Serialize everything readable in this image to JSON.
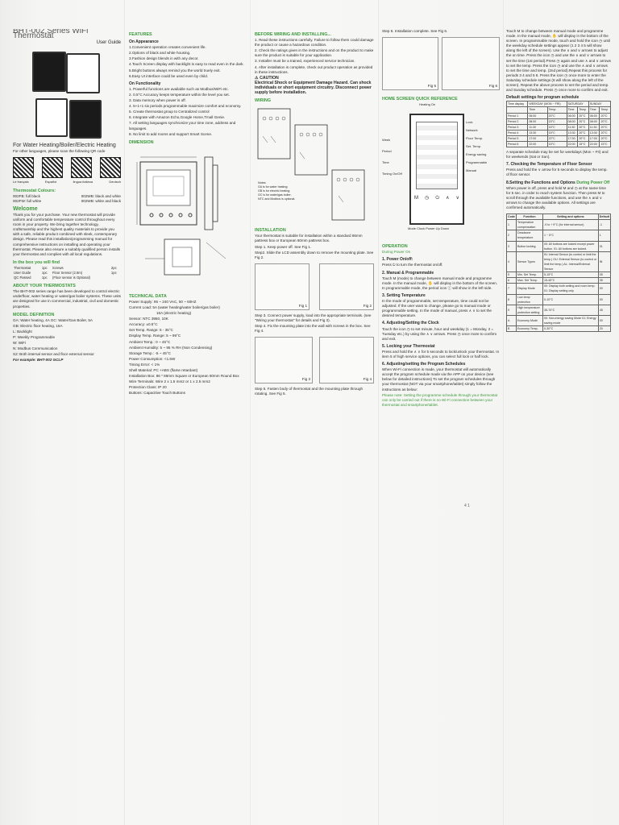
{
  "c1": {
    "title": "BHT-002 Series WiFi Thermostat",
    "subtitle": "User Guide",
    "tagline": "For Water Heating/Boiler/Electric Heating",
    "qr_note": "For other languages, please scan the following QR code",
    "langs": [
      "Le français",
      "Español",
      "lingua italiana",
      "Deutsch"
    ],
    "colors_h": "Thermostat Colours:",
    "colors": [
      "002FB: full black",
      "002FW: full white",
      "002WB: black and white",
      "002WB: white and black"
    ],
    "welcome_h": "Welcome",
    "welcome": "Thank you for your purchase. Your new thermostat will provide uniform and comfortable temperature control throughout every room in your property. We bring together technology, craftsmanship and the highest quality materials to provide you with a safe, reliable product combined with sleek, contemporary design. Please read this installation/programming manual for comprehensive instructions on installing and operating your thermostat. Please also ensure a suitably qualified person installs your thermostat and complies with all local regulations.",
    "box_h": "In the box you will find",
    "box": [
      [
        "Thermostat",
        "1pc",
        "Screws",
        "2pc"
      ],
      [
        "User Guide",
        "1pc",
        "Floor Sensor (2.5m)",
        "1pc"
      ],
      [
        "QC Passed",
        "1pc",
        "(Floor sensor is Optional)",
        ""
      ]
    ],
    "about_h": "ABOUT YOUR THERMOSTATS",
    "about": "The BHT-002 series range has been developed to control electric underfloor, water heating or water/gas boiler systems. These units are designed for use in commercial, industrial, civil and domestic properties.",
    "model_h": "MODEL DEFINITION",
    "model": [
      "GA: Water heating, 4A    GC: Water/Gas Boiler, 5A",
      "GB: Electric floor heating, 16A",
      "L: Backlight",
      "P: Weekly Programmable",
      "W: WiFi",
      "N: Modbus Communication",
      "S2: Both internal sensor and floor external sensor"
    ],
    "example": "For example: BHT-002 GCLP"
  },
  "c2": {
    "features_h": "FEATURES",
    "appearance_h": "On Appearance",
    "appearance": [
      "1.Convenient operation creates convenient life.",
      "2.Options of black and white housing.",
      "3.Fashion design blends in with any decor.",
      "4.Touch Screen display with backlight is easy to read even in the dark.",
      "5.Bright buttons always remind you the world truely exit.",
      "6.Easy UI interface could be used even by child."
    ],
    "functionality_h": "On Functionality",
    "functionality": [
      "1. Powerful functions are available such as Modbus/WiFi etc.",
      "2. 0.5°C Accuracy keeps temperature within the level you set.",
      "3. Data memory when power is off.",
      "4. 5+1+1 six periods programmable maximize comfort and economy.",
      "5. Create thermostat group to Centralized control",
      "6. Integrate with Amazon Echo,Google Home,Tmall Genie.",
      "7. All setting languages synchronize your time zone, address and languages.",
      "8. No limit to add rooms and support Smart Scene."
    ],
    "dimension_h": "DIMENSION",
    "tech_h": "TECHNICAL DATA",
    "tech": [
      "Power Supply: 95 ~ 240 VAC, 50 ~ 60HZ",
      "Current Load:   5A  (water heating/water boiler/gas boiler)",
      "16A (electric heating)",
      "Sensor: NTC 3950,   10K",
      "Accuracy: ±0.5°C",
      "Set Temp. Range: 5 - 35°C",
      "Display Temp. Range: 5 ~ 99°C",
      "Ambient Temp.: 0 ~ 45°C",
      "Ambient Humidity:  5 ~ 95 % RH (Non Condensing)",
      "Storage Temp.: -5 ~ 45°C",
      "Power Consumption: <1.5W",
      "Timing Error: < 1%",
      "Shell Material: PC +ABS (flame retardant)",
      "Installation Box: 86 * 86mm Square or European 60mm Round Box",
      "Wire Terminals:  Wire 2 x 1.5 mm2 or 1 x 2.5 mm2",
      "Protection Class: IP 20",
      "Buttons: Capacitive Touch Buttons"
    ]
  },
  "c3": {
    "before_h": "BEFORE WIRING AND INSTALLING...",
    "before": [
      "1. Read these instructions carefully. Failure to follow them could damage the product or cause a hazardous condition.",
      "2. Check the ratings given in the instructions and on the product to make sure the product is suitable for your application.",
      "3. Installer must be a trained, experienced service technician.",
      "4. After installation is complete, check out product operation as provided in these instructions."
    ],
    "caution": "CAUTION",
    "warning": "Electrical Shock or Equipment Damage Hazard. Can shock individuals or short equipment circuitry. Disconnect power supply before installation.",
    "wiring_h": "WIRING",
    "notes": [
      "Notes:",
      "GA is for water heating;",
      "GB is for electric heating;",
      "GC is for water/gas boiler;",
      "NTC and Modbus is optional."
    ],
    "installation_h": "INSTALLATION",
    "installation": "Your thermostat is suitable for installation within a standard 86mm pattress box or European 60mm pattress box.",
    "steps": [
      "Step 1. Keep power off. See Fig 1.",
      "Step2. Slide the LCD assembly down to remove the mounting plate. See Fig 2.",
      "Step 3. Connect power supply, load into the appropriate terminals. (see \"Wiring your thermostat\" for details and Fig 3).",
      "Step 4. Fix the mounting plate into the wall with screws in the box. See Fig 4."
    ],
    "step5": "Step 5. Fasten body of thermostat and the mounting plate through rotating. See Fig 5.",
    "fig1": "Fig 1",
    "fig2": "Fig 2",
    "fig3": "Fig 3",
    "fig4": "Fig 4"
  },
  "c4": {
    "step6": "Step 6. Installation complete. See Fig 6.",
    "fig5": "Fig 5",
    "fig6": "Fig 6",
    "home_h": "HOME SCREEN QUICK REFERENCE",
    "heating_on": "Heating On",
    "labels_left": [
      "Week",
      "Period",
      "Time",
      "Timing On/Off"
    ],
    "labels_right": [
      "Lock",
      "Network",
      "Floor Temp.",
      "Set. Temp.",
      "Energy saving",
      "Programmable",
      "Manual"
    ],
    "buttons": "Mode  Clock  Power  Up  Down",
    "operation_h": "OPERATION",
    "power_on": "During Power On",
    "sections": [
      {
        "h": "1. Power On/off:",
        "t": "Press ⏻ to turn the thermostat on/off."
      },
      {
        "h": "2. Manual & Programmable",
        "t": "Touch M (mode) to change between manual mode and programme mode. In the manual mode, ✋ will display in the bottom of the screen. In programmable mode, the period icon ⓘ will show in the left side."
      },
      {
        "h": "3. Setting Temperature",
        "t": "In the mode of programmable, set temperature, time could not be adjusted. If the user want to change, please go to manual mode or programmable setting. In the mode of manual, press ∧ ∨ to set the desired temperature."
      },
      {
        "h": "4. Adjusting/Setting the Clock",
        "t": "Touch the icon ◷ to set minute, hour and weekday (1 = Monday, 2 = Tuesday etc.) by using the ∧ ∨ arrows. Press ◷ once more to confirm and exit."
      },
      {
        "h": "5. Locking your Thermostat",
        "t": "Press and hold the ∧ ∨ for 5 seconds to lock/unlock your thermostat. In item 5 of high service options, you can select full lock or half lock."
      },
      {
        "h": "6. Adjusting/setting the Program Schedules",
        "t": "When Wi-Fi connection is made, your thermostat will automatically accept the program schedule made via the APP on your device (see below for detailed instructions) To set the program schedules through your thermostat (NOT via your smartphone/tablet) simply follow the instructions as below:"
      }
    ],
    "note_green": "Please note: Setting the programme schedule through your thermostat can only be carried out if there is no Wi-Fi connection between your thermostat and smartphone/tablet."
  },
  "c5": {
    "intro": "Touch M to change between manual mode and programme mode. In the manual mode, ✋ will display in the bottom of the screen. In programmable mode, touch and hold the icon ◷ until the weekday schedule settings appear (1 2 3 4 5 will show along the left of the screen). Use the ∧ and ∨ arrows to adjust the on time. Press the icon ◷ and use the ∧ and ∨ arrows to set the time (1st period).Press ◷ again and use ∧ and ∨ arrows to set the temp. Press the icon ◷ and use the ∧ and ∨ arrows to set the time and temp. (2nd period).Repeat this process for periods 3 4 and 5 6. Press the icon ◷ once more to enter the Saturday schedule settings (6 will show along the left of the screen). Repeat the above process to set the period and temp. and Sunday schedule. Press ◷ once more to confirm and exit.",
    "default_h": "Default settings for program schedule",
    "sched_head": [
      "Time display",
      "WEEKDAY (MON ~ FRI)",
      "",
      "SATURDAY",
      "",
      "SUNDAY",
      ""
    ],
    "sched_sub": [
      "",
      "Time",
      "Temp",
      "Time",
      "Temp",
      "Time",
      "Temp"
    ],
    "sched": [
      [
        "Period 1",
        "06:00",
        "20°C",
        "06:00",
        "20°C",
        "06:00",
        "20°C"
      ],
      [
        "Period 2",
        "08:00",
        "15°C",
        "08:00",
        "20°C",
        "08:00",
        "20°C"
      ],
      [
        "Period 3",
        "11:30",
        "15°C",
        "11:30",
        "20°C",
        "11:30",
        "20°C"
      ],
      [
        "Period 4",
        "13:30",
        "15°C",
        "13:30",
        "20°C",
        "13:30",
        "20°C"
      ],
      [
        "Period 5",
        "17:00",
        "22°C",
        "17:00",
        "20°C",
        "17:00",
        "20°C"
      ],
      [
        "Period 6",
        "22:00",
        "15°C",
        "22:00",
        "15°C",
        "22:00",
        "15°C"
      ]
    ],
    "separate": "A separate schedule may be set for weekdays (Mon ~ Fri) and for weekends (Sat or Sun).",
    "floor_h": "7. Checking the Temperature of Floor Sensor",
    "floor": "Press and hold the ∨ arrow for 5 seconds to display the temp. of floor sensor.",
    "func_h": "8.Setting the Functions and Options",
    "func_h2": "During Power Off",
    "func": "When power is off, press and hold M and ◷ at the same time for 5 sec. in order to reach system function. Then press M to scroll through the available functions, and use the ∧ and ∨ arrows to change the available options. All settings are confirmed automatically.",
    "opt_head": [
      "Code",
      "Function",
      "Setting and options",
      "Default"
    ],
    "opts": [
      [
        "1",
        "Temperature compensation",
        "-9 to + 9°C  (for internal sensor)",
        "-1"
      ],
      [
        "2",
        "Deadzone temperature",
        "1 ~ 5°C",
        "1"
      ],
      [
        "3",
        "Button locking",
        "00: All buttons are locked except power button. 01: All buttons are locked.",
        "01"
      ],
      [
        "4",
        "Sensor Types",
        "IN: Internal Sensor (to control or limit the temp.) OU: External Sensor (to control or limit the temp.) AL: Internal/External Sensor",
        "IN"
      ],
      [
        "5",
        "Min. Set Temp.",
        "5-15°C",
        "05"
      ],
      [
        "6",
        "Max. Set Temp.",
        "15-45°C",
        "35"
      ],
      [
        "7",
        "Display Mode",
        "00: Display both setting and room temp. 01: Display setting only",
        "00"
      ],
      [
        "8",
        "Low temp protection",
        "0-10°C",
        "00"
      ],
      [
        "9",
        "High temperature protection setting",
        "35-70°C",
        "45"
      ],
      [
        "A",
        "Economy Mode",
        "00: Non-energy saving Mode 01: Energy saving mode",
        "00"
      ],
      [
        "B",
        "Economy Temp.",
        "0-30°C",
        "20"
      ]
    ]
  },
  "page_mark": "4 1"
}
